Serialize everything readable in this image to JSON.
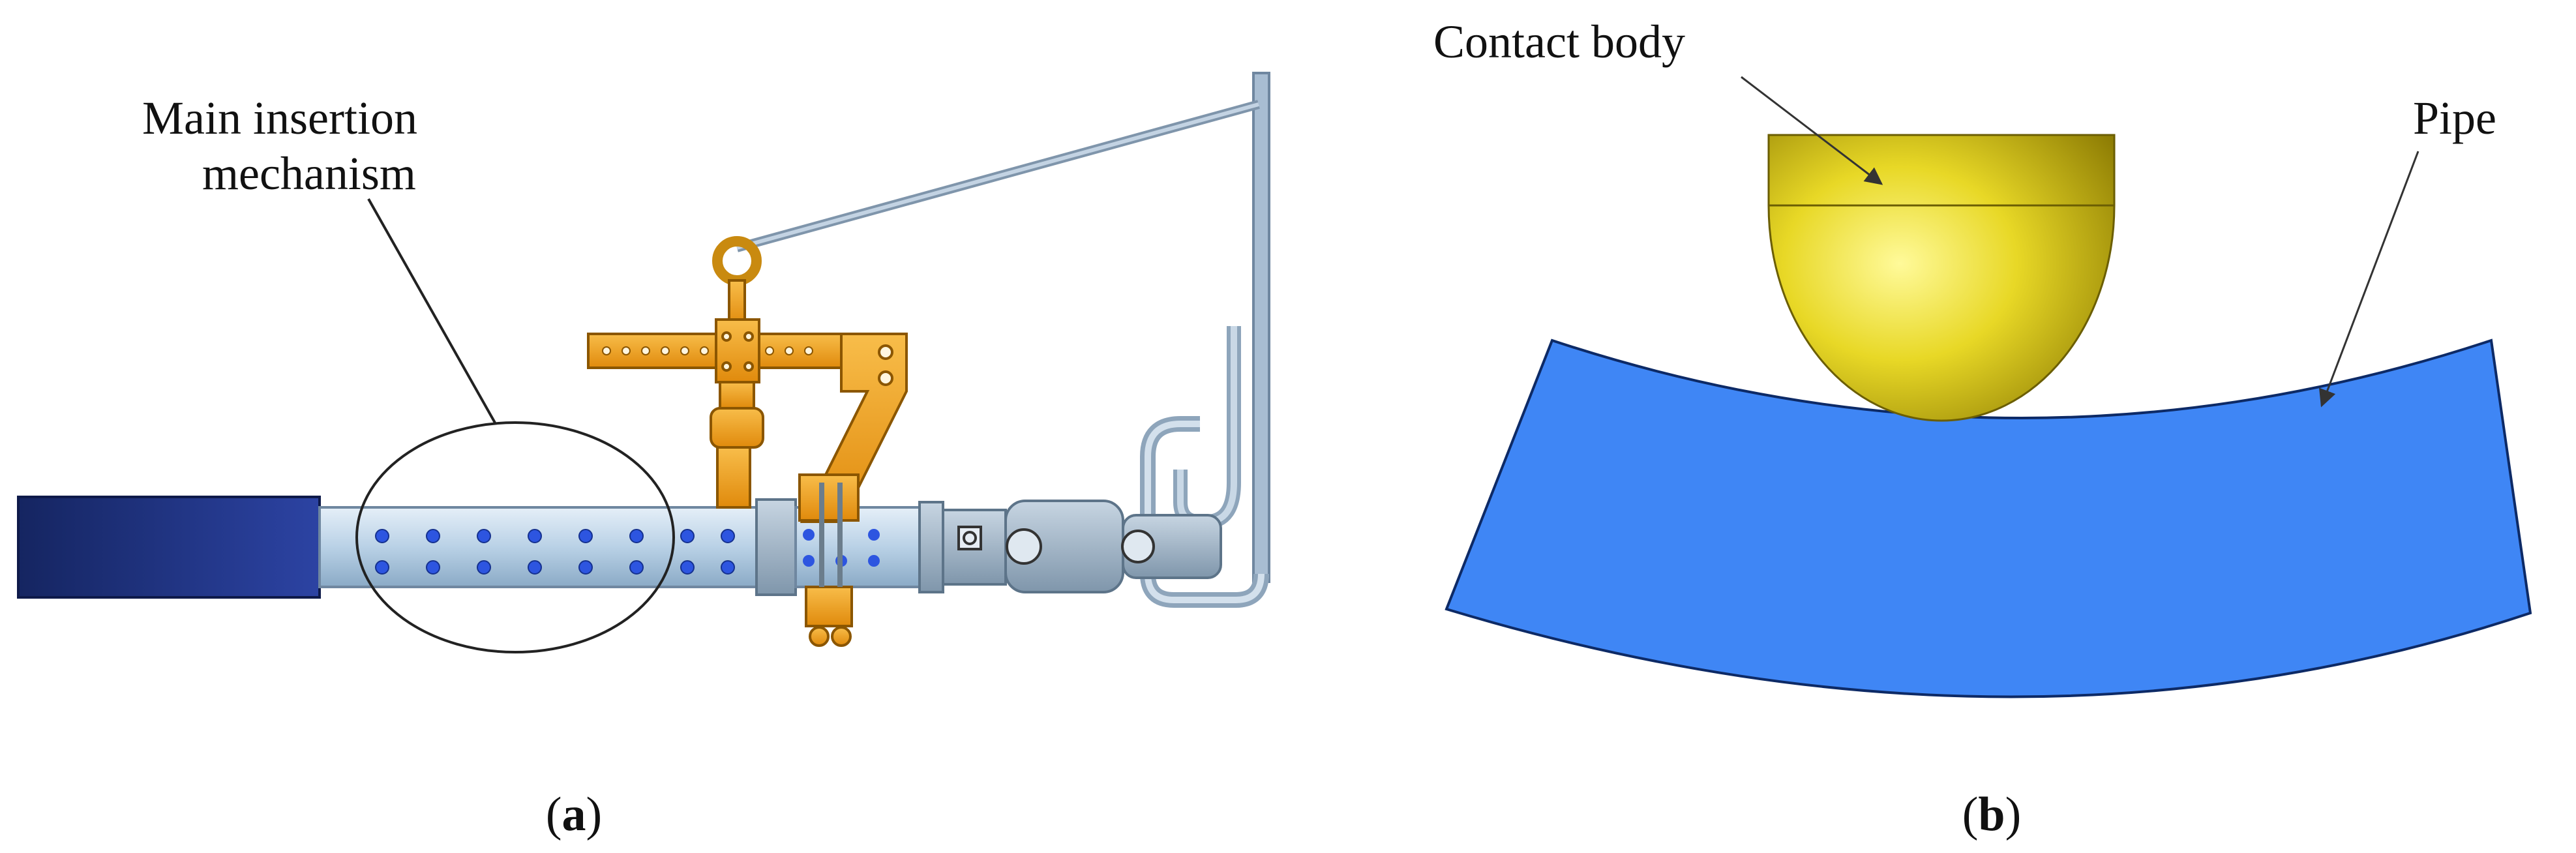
{
  "panel_a": {
    "label_line1": "Main insertion",
    "label_line2": "mechanism",
    "caption_open": "(",
    "caption_letter": "a",
    "caption_close": ")",
    "colors": {
      "dark_tube": "#1f2f7a",
      "light_tube": "#b9d1e6",
      "orange_parts": "#f2a21c",
      "grey_fittings": "#9eb2c4",
      "hole_blue": "#2d55e0"
    }
  },
  "panel_b": {
    "label_contact": "Contact body",
    "label_pipe": "Pipe",
    "caption_open": "(",
    "caption_letter": "b",
    "caption_close": ")",
    "colors": {
      "contact_body": "#e2d21c",
      "pipe": "#3f86f5"
    }
  }
}
